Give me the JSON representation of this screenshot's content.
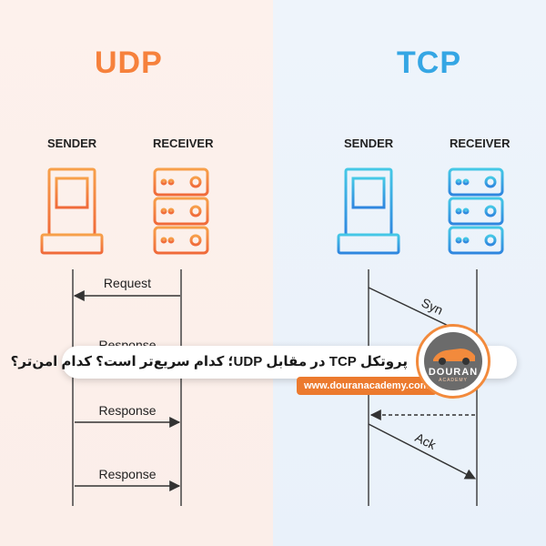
{
  "udp": {
    "title": "UDP",
    "sender_label": "SENDER",
    "receiver_label": "RECEIVER",
    "messages": [
      "Request",
      "Response",
      "Response",
      "Response"
    ]
  },
  "tcp": {
    "title": "TCP",
    "sender_label": "SENDER",
    "receiver_label": "RECEIVER",
    "messages": [
      "Syn",
      "Ack"
    ]
  },
  "banner": {
    "text": "پروتکل TCP در مقابل UDP؛ کدام سریع‌تر است؟ کدام امن‌تر؟",
    "url": "www.douranacademy.com"
  },
  "logo": {
    "word": "DOURAN",
    "sub": "ACADEMY"
  },
  "colors": {
    "udp_accent": "#f6813c",
    "tcp_accent": "#35a6e4"
  }
}
